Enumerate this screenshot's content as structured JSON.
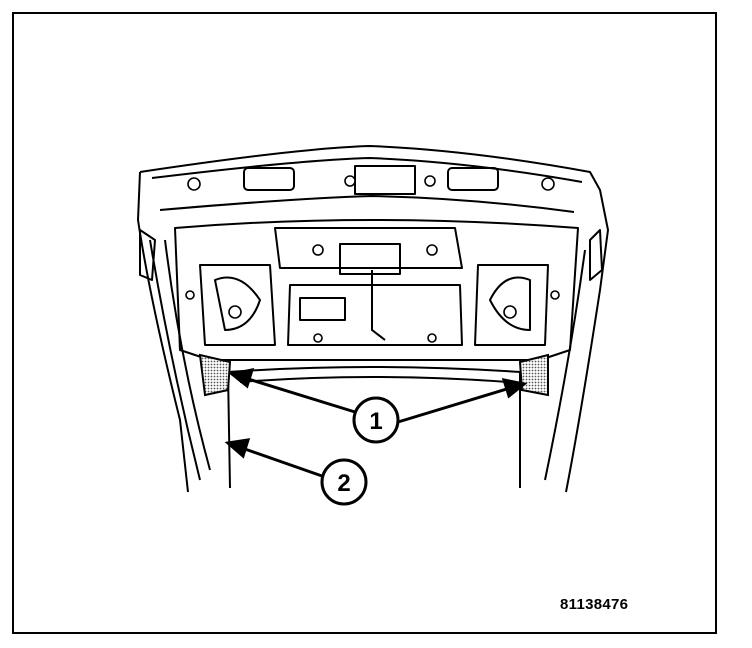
{
  "figure": {
    "callouts": [
      {
        "label": "1"
      },
      {
        "label": "2"
      }
    ],
    "figure_id": "81138476"
  },
  "colors": {
    "line": "#000000",
    "background": "#ffffff",
    "shade": "#bdbdbd"
  }
}
